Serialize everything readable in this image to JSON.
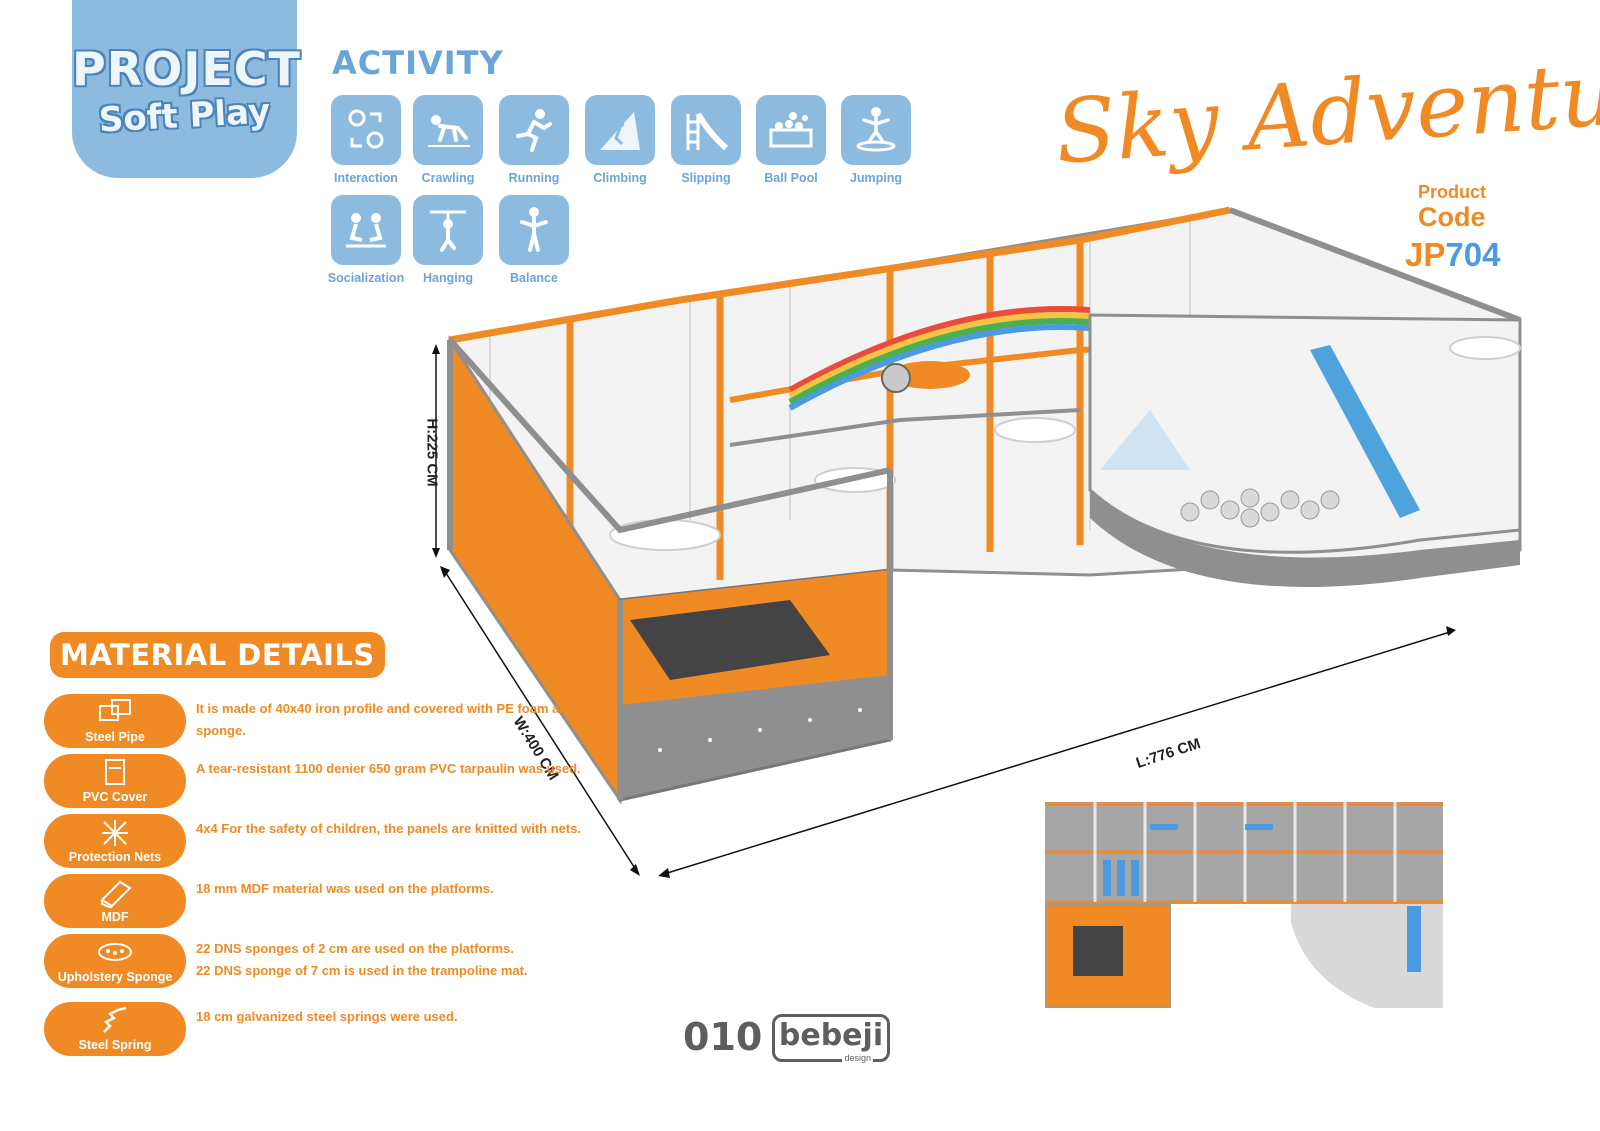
{
  "logo": {
    "line1": "PROJECT",
    "line2": "Soft Play"
  },
  "activity": {
    "title": "ACTIVITY",
    "items": [
      {
        "label": "Interaction",
        "icon": "interaction-icon"
      },
      {
        "label": "Crawling",
        "icon": "crawling-icon"
      },
      {
        "label": "Running",
        "icon": "running-icon"
      },
      {
        "label": "Climbing",
        "icon": "climbing-icon"
      },
      {
        "label": "Slipping",
        "icon": "slide-icon"
      },
      {
        "label": "Ball Pool",
        "icon": "ball-pool-icon"
      },
      {
        "label": "Jumping",
        "icon": "jumping-icon"
      },
      {
        "label": "Socialization",
        "icon": "socialization-icon"
      },
      {
        "label": "Hanging",
        "icon": "hanging-icon"
      },
      {
        "label": "Balance",
        "icon": "balance-icon"
      }
    ]
  },
  "product": {
    "name": "Sky Adventure",
    "code_label_1": "Product",
    "code_label_2": "Code",
    "code_prefix": "JP",
    "code_number": "704"
  },
  "dimensions": {
    "height": "H:225 CM",
    "width": "W:400 CM",
    "length": "L:776 CM"
  },
  "materials": {
    "title": "MATERIAL DETAILS",
    "items": [
      {
        "label": "Steel Pipe",
        "icon": "steel-pipe-icon",
        "text": "It is made of 40x40 iron profile and covered with PE foam and sponge."
      },
      {
        "label": "PVC Cover",
        "icon": "pvc-cover-icon",
        "text": "A tear-resistant 1100 denier 650 gram PVC tarpaulin was used."
      },
      {
        "label": "Protection Nets",
        "icon": "protection-net-icon",
        "text": "4x4 For the safety of children, the panels are knitted with nets."
      },
      {
        "label": "MDF",
        "icon": "mdf-icon",
        "text": "18 mm MDF material was used on the platforms."
      },
      {
        "label": "Upholstery Sponge",
        "icon": "sponge-icon",
        "text_line1": "22 DNS sponges of 2 cm are used on the platforms.",
        "text_line2": "22 DNS sponge of 7 cm is used in the trampoline mat."
      },
      {
        "label": "Steel Spring",
        "icon": "steel-spring-icon",
        "text": "18 cm galvanized steel springs were used."
      }
    ]
  },
  "footer": {
    "page_number": "010",
    "brand": "bebeji",
    "brand_sub": "design"
  },
  "colors": {
    "orange": "#f08a24",
    "blue": "#8dbbe0",
    "blue_dark": "#4c9be0",
    "gray": "#8f8f8f"
  }
}
